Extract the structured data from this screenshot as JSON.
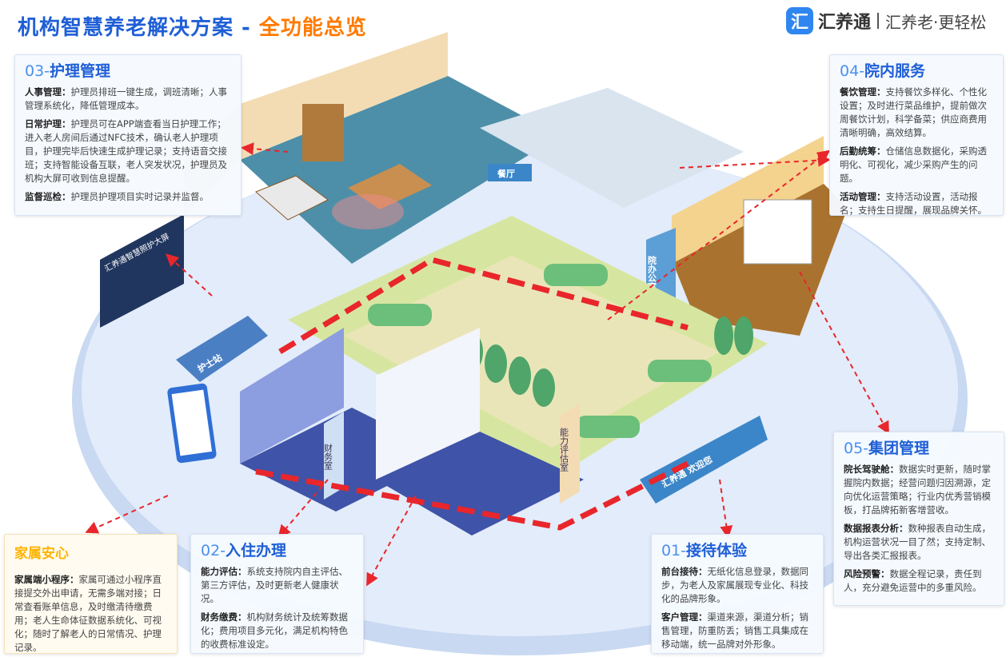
{
  "header": {
    "title_main": "机构智慧养老解决方案 - ",
    "title_highlight": "全功能总览",
    "brand_logo_glyph": "汇",
    "brand_name": "汇养通",
    "brand_slogan": "汇养老·更轻松"
  },
  "colors": {
    "title_blue": "#1f5fd6",
    "highlight_orange": "#ff7a00",
    "arrow_red": "#e8262b",
    "floor_green": "#d6e6a0"
  },
  "scene_labels": {
    "dining": "餐厅",
    "nurse_station": "护士站",
    "finance": "财务室",
    "assessment": "能力评估室",
    "office": "院办公室",
    "reception": "汇养通 欢迎您",
    "big_screen": "汇养通智慧照护大屏"
  },
  "cards": {
    "care": {
      "num": "03-",
      "title": "护理管理",
      "items": [
        {
          "label": "人事管理：",
          "text": "护理员排班一键生成，调班清晰；人事管理系统化，降低管理成本。"
        },
        {
          "label": "日常护理：",
          "text": "护理员可在APP端查看当日护理工作；进入老人房间后通过NFC技术，确认老人护理项目，护理完毕后快速生成护理记录；支持语音交接班；支持智能设备互联，老人突发状况，护理员及机构大屏可收到信息提醒。"
        },
        {
          "label": "监督巡检：",
          "text": "护理员护理项目实时记录并监督。"
        }
      ]
    },
    "service": {
      "num": "04-",
      "title": "院内服务",
      "items": [
        {
          "label": "餐饮管理：",
          "text": "支持餐饮多样化、个性化设置；及时进行菜品维护，提前做次周餐饮计划，科学备菜；供应商费用清晰明确，高效结算。"
        },
        {
          "label": "后勤统筹：",
          "text": "仓储信息数据化，采购透明化、可视化，减少采购产生的问题。"
        },
        {
          "label": "活动管理：",
          "text": "支持活动设置，活动报名；支持生日提醒，展现品牌关怀。"
        }
      ]
    },
    "group": {
      "num": "05-",
      "title": "集团管理",
      "items": [
        {
          "label": "院长驾驶舱：",
          "text": "数据实时更新，随时掌握院内数据；经营问题归因溯源，定向优化运营策略；行业内优秀营销模板，打品牌拓新客增营收。"
        },
        {
          "label": "数据报表分析：",
          "text": "数种报表自动生成，机构运营状况一目了然；支持定制、导出各类汇报报表。"
        },
        {
          "label": "风险预警：",
          "text": "数据全程记录，责任到人，充分避免运营中的多重风险。"
        }
      ]
    },
    "family": {
      "title": "家属安心",
      "items": [
        {
          "label": "家属端小程序：",
          "text": "家属可通过小程序直接提交外出申请，无需多端对接；日常查看账单信息，及时缴清待缴费用；老人生命体征数据系统化、可视化；随时了解老人的日常情况、护理记录。"
        }
      ]
    },
    "checkin": {
      "num": "02-",
      "title": "入住办理",
      "items": [
        {
          "label": "能力评估：",
          "text": "系统支持院内自主评估、第三方评估，及时更新老人健康状况。"
        },
        {
          "label": "财务缴费：",
          "text": "机构财务统计及统筹数据化；费用项目多元化，满足机构特色的收费标准设定。"
        }
      ]
    },
    "reception": {
      "num": "01-",
      "title": "接待体验",
      "items": [
        {
          "label": "前台接待：",
          "text": "无纸化信息登录，数据同步，为老人及家属展现专业化、科技化的品牌形象。"
        },
        {
          "label": "客户管理：",
          "text": "渠道来源，渠道分析；销售管理，防重防丢；销售工具集成在移动端，统一品牌对外形象。"
        }
      ]
    }
  }
}
